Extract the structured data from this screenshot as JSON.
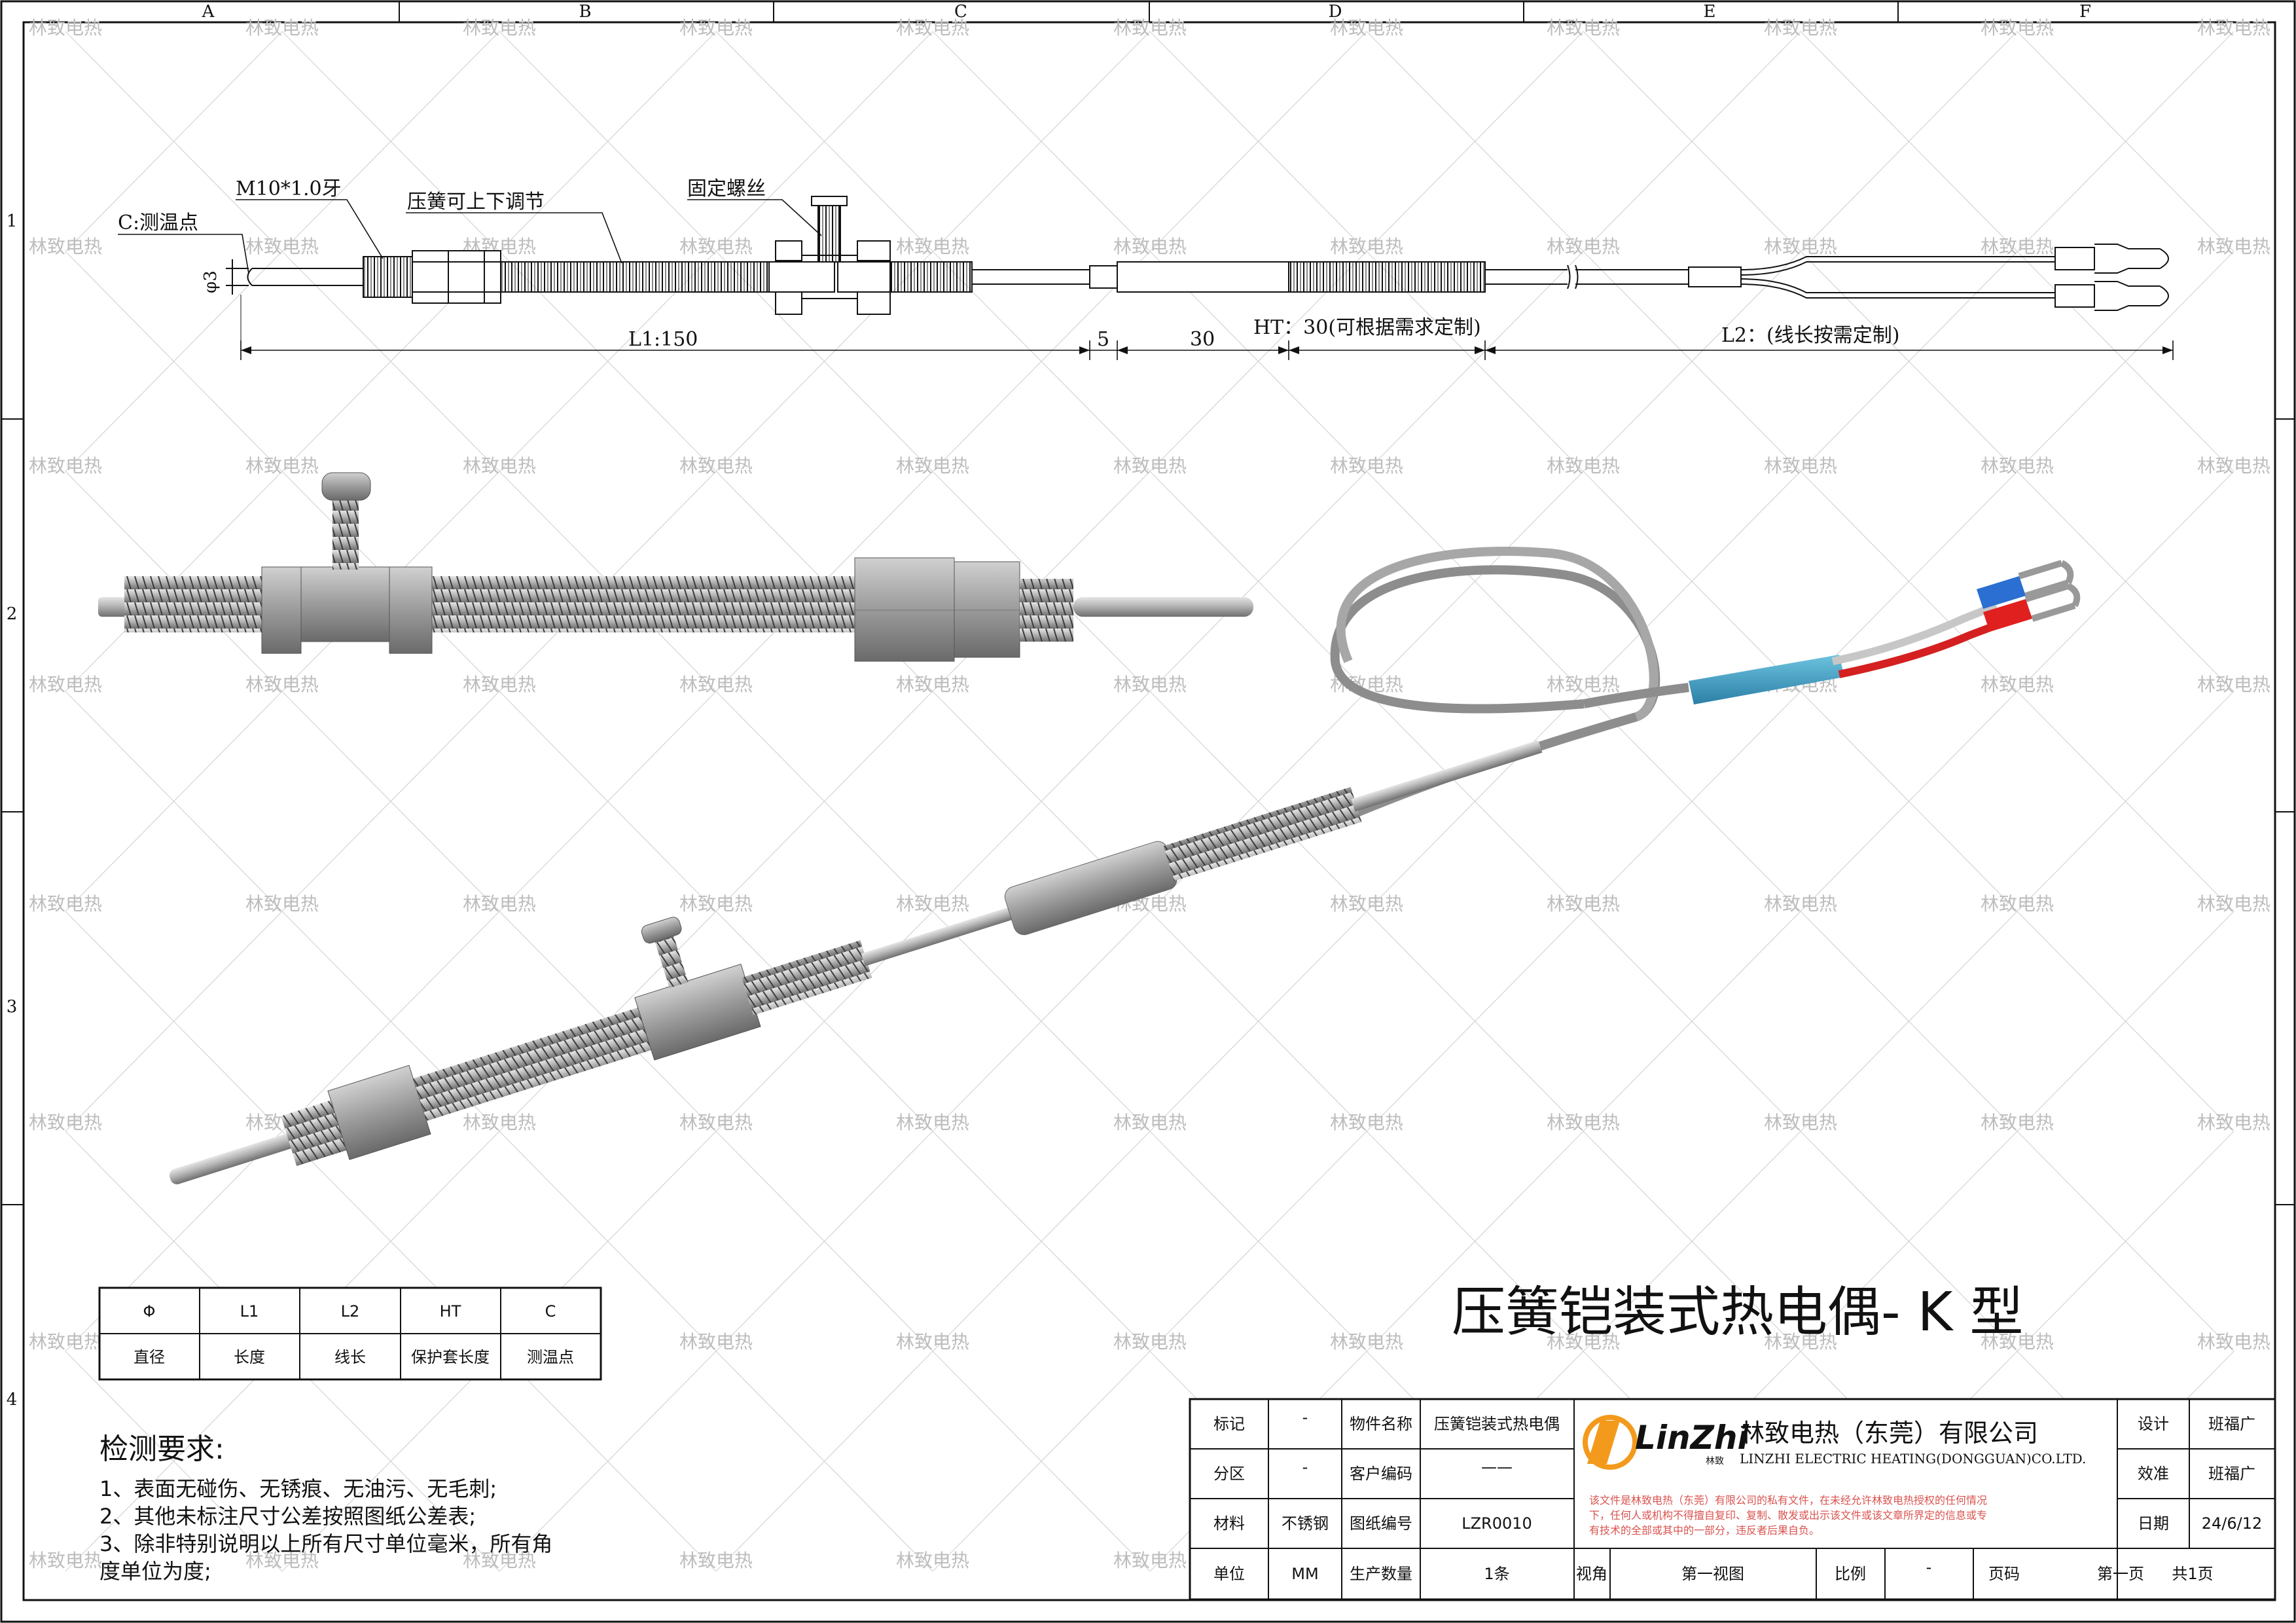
{
  "border": {
    "cols": [
      "A",
      "B",
      "C",
      "D",
      "E",
      "F"
    ],
    "rows": [
      "1",
      "2",
      "3",
      "4"
    ]
  },
  "watermark": "林致电热",
  "drawing": {
    "labels": {
      "measure_point": "C:测温点",
      "thread": "M10*1.0牙",
      "spring": "压簧可上下调节",
      "fix_screw": "固定螺丝",
      "dia": "φ3"
    },
    "dims": {
      "l1": "L1:150",
      "five": "5",
      "thirty": "30",
      "ht": "HT：30(可根据需求定制)",
      "l2": "L2：(线长按需定制)"
    }
  },
  "title": "压簧铠装式热电偶- K 型",
  "param_table": {
    "headers": [
      "Φ",
      "L1",
      "L2",
      "HT",
      "C"
    ],
    "values": [
      "直径",
      "长度",
      "线长",
      "保护套长度",
      "测温点"
    ]
  },
  "requirements": {
    "heading": "检测要求:",
    "items": [
      "1、表面无碰伤、无锈痕、无油污、无毛刺;",
      "2、其他未标注尺寸公差按照图纸公差表;",
      "3、除非特别说明以上所有尺寸单位毫米，所有角",
      "度单位为度;"
    ]
  },
  "title_block": {
    "rows": [
      {
        "k1": "标记",
        "v1": "-",
        "k2": "物件名称",
        "v2": "压簧铠装式热电偶"
      },
      {
        "k1": "分区",
        "v1": "-",
        "k2": "客户编码",
        "v2": "——"
      },
      {
        "k1": "材料",
        "v1": "不锈钢",
        "k2": "图纸编号",
        "v2": "LZR0010"
      },
      {
        "k1": "单位",
        "v1": "MM",
        "k2": "生产数量",
        "v2": "1条"
      }
    ],
    "bottom": {
      "view_label": "视角",
      "view_value": "第一视图",
      "scale_label": "比例",
      "scale_value": "-",
      "page_label": "页码",
      "page_value": "第一页",
      "total": "共1页"
    },
    "company_cn": "林致电热（东莞）有限公司",
    "company_en": "LINZHI ELECTRIC HEATING(DONGGUAN)CO.LTD.",
    "logo_text": "LinZhi",
    "logo_sub": "林致",
    "notice": [
      "该文件是林致电热（东莞）有限公司的私有文件，在未经允许林致电热授权的任何情况",
      "下，任何人或机构不得擅自复印、复制、散发或出示该文件或该文章所界定的信息或专",
      "有技术的全部或其中的一部分，违反者后果自负。"
    ],
    "sign": [
      {
        "k": "设计",
        "v": "班福广"
      },
      {
        "k": "效准",
        "v": "班福广"
      },
      {
        "k": "日期",
        "v": "24/6/12"
      }
    ]
  },
  "colors": {
    "metal": "#a9a9a9",
    "blue": "#3a9fc4",
    "red": "#e0201f",
    "terminal_blue": "#2a6fd1",
    "notice_red": "#d9534f"
  }
}
